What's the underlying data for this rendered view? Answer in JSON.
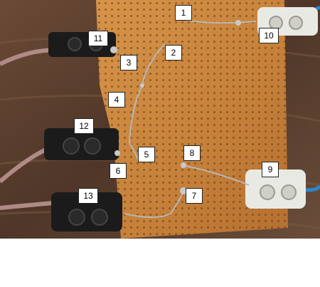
{
  "callouts": [
    "1",
    "2",
    "3",
    "4",
    "5",
    "6",
    "7",
    "8",
    "9",
    "10",
    "11",
    "12",
    "13"
  ],
  "colors": {
    "board": "#c9823e",
    "table": "#5a3d2c",
    "terminal_black": "#1b1b1b",
    "terminal_white": "#e9e9e4",
    "wire_pink": "#b08a86",
    "wire_blue": "#2f86c9",
    "callout_fill": "#ffffff",
    "callout_border": "#222222"
  }
}
